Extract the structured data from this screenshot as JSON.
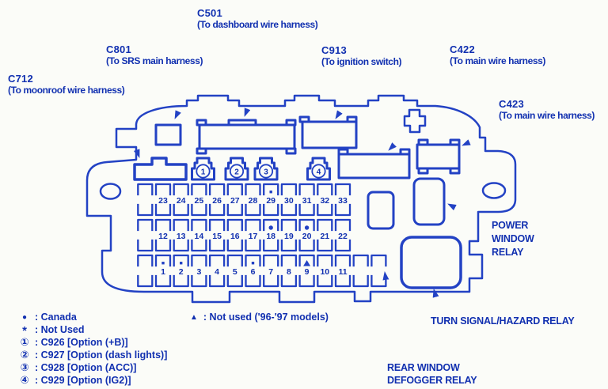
{
  "colors": {
    "line_blue": "#2342c4",
    "text_blue": "#1130b0",
    "background": "#fbfcf8"
  },
  "callouts": [
    {
      "id": "c712",
      "code": "C712",
      "desc": "(To moonroof wire harness)"
    },
    {
      "id": "c801",
      "code": "C801",
      "desc": "(To SRS main harness)"
    },
    {
      "id": "c501",
      "code": "C501",
      "desc": "(To dashboard wire harness)"
    },
    {
      "id": "c913",
      "code": "C913",
      "desc": "(To ignition switch)"
    },
    {
      "id": "c422",
      "code": "C422",
      "desc": "(To main wire harness)"
    },
    {
      "id": "c423",
      "code": "C423",
      "desc": "(To main wire harness)"
    }
  ],
  "relay_labels": [
    {
      "id": "power-window-relay",
      "lines": [
        "POWER",
        "WINDOW",
        "RELAY"
      ]
    },
    {
      "id": "turn-signal-hazard-relay",
      "lines": [
        "TURN  SIGNAL/HAZARD RELAY"
      ]
    },
    {
      "id": "rear-window-defogger-relay",
      "lines": [
        "REAR WINDOW",
        "DEFOGGER RELAY"
      ]
    }
  ],
  "legend": [
    {
      "symbol": "●",
      "text": ": Canada"
    },
    {
      "symbol": "*",
      "text": ": Not Used"
    },
    {
      "symbol": "①",
      "text": ": C926 [Option (+B)]"
    },
    {
      "symbol": "②",
      "text": ": C927 [Option (dash lights)]"
    },
    {
      "symbol": "③",
      "text": ": C928 [Option (ACC)]"
    },
    {
      "symbol": "④",
      "text": ": C929 [Option (IG2)]"
    }
  ],
  "note": {
    "symbol": "▲",
    "text": ": Not used ('96-'97 models)"
  },
  "fuse_box": {
    "option_connectors": [
      "1",
      "2",
      "3",
      "4"
    ],
    "fuse_rows": [
      {
        "leading_slots": 1,
        "numbers": [
          23,
          24,
          25,
          26,
          27,
          28,
          29,
          30,
          31,
          32,
          33
        ],
        "trailing_slots": 0
      },
      {
        "leading_slots": 1,
        "numbers": [
          12,
          13,
          14,
          15,
          16,
          17,
          18,
          19,
          20,
          21,
          22
        ],
        "trailing_slots": 0
      },
      {
        "leading_slots": 1,
        "numbers": [
          1,
          2,
          3,
          4,
          5,
          6,
          7,
          8,
          9,
          10,
          11
        ],
        "trailing_slots": 2
      }
    ],
    "fuse_marks": [
      {
        "fuse": 29,
        "type": "asterisk"
      },
      {
        "fuse": 18,
        "type": "dot"
      },
      {
        "fuse": 20,
        "type": "dot"
      },
      {
        "fuse": 1,
        "type": "asterisk"
      },
      {
        "fuse": 2,
        "type": "asterisk"
      },
      {
        "fuse": 6,
        "type": "asterisk"
      },
      {
        "fuse": 9,
        "type": "triangle"
      }
    ]
  }
}
